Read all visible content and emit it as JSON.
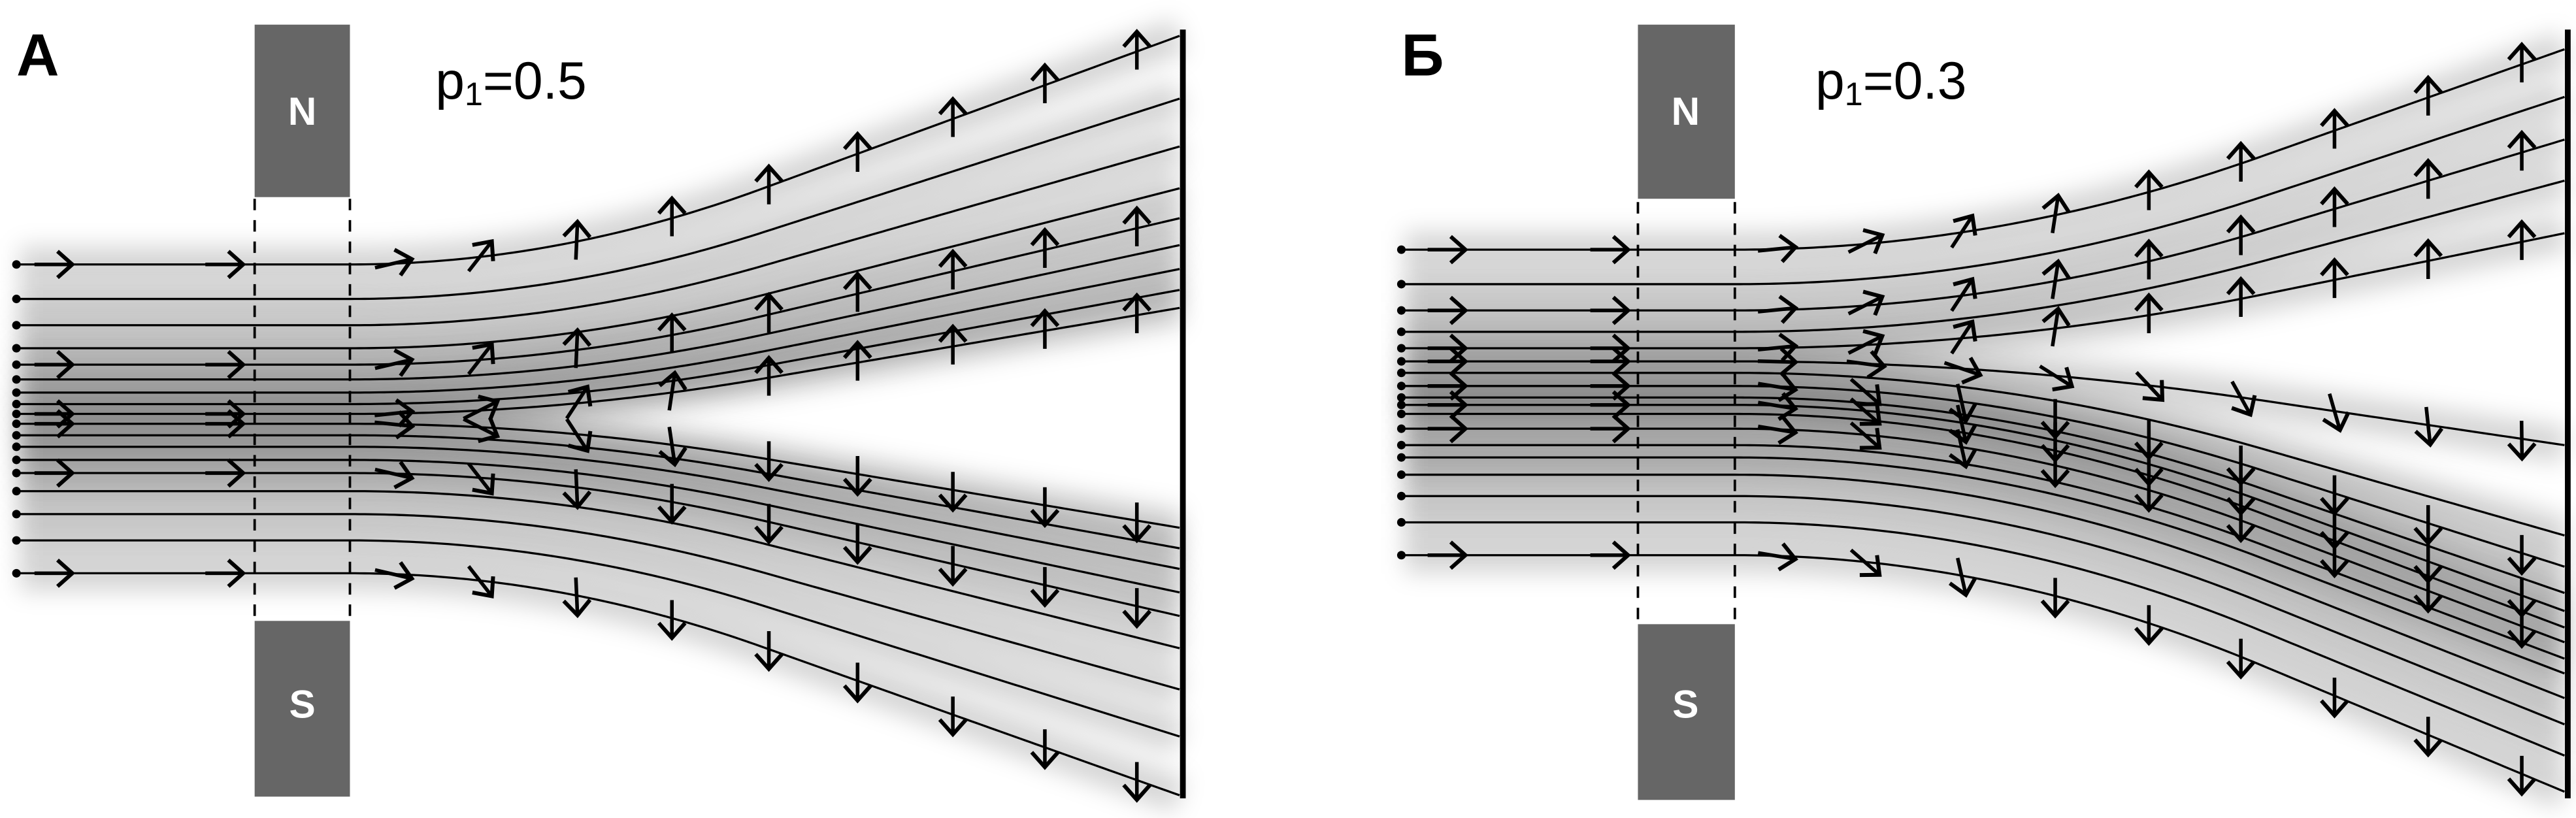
{
  "panels": [
    {
      "letter": "А",
      "north_label": "N",
      "south_label": "S",
      "param_name": "p",
      "param_sub": "1",
      "param_value": "=0.5",
      "p1": 0.5
    },
    {
      "letter": "Б",
      "north_label": "N",
      "south_label": "S",
      "param_name": "p",
      "param_sub": "1",
      "param_value": "=0.3",
      "p1": 0.3
    }
  ],
  "colors": {
    "magnet": "#666666",
    "line": "#000000",
    "background": "#ffffff"
  }
}
